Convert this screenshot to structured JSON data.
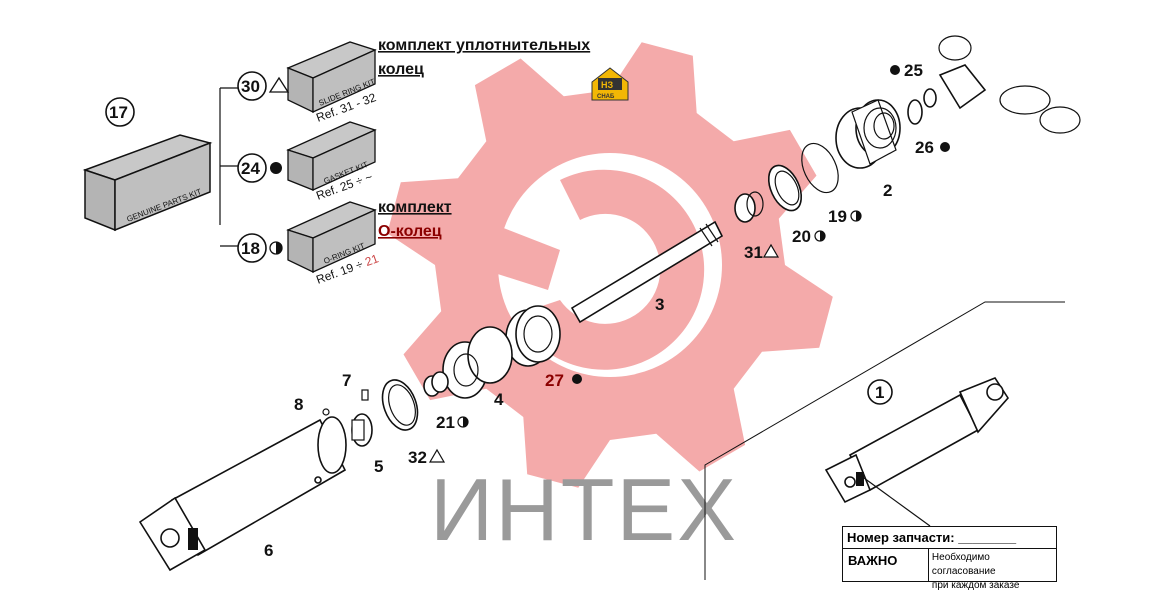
{
  "watermark": {
    "brand_text": "ИНТЕХ",
    "logo_text": "НЗ",
    "logo_subtext": "СНАБ",
    "gear_color": "#f4aaaa"
  },
  "kits": {
    "main_box_label": "GENUINE PARTS KIT",
    "slide_ring": {
      "label": "SLIDE RING KIT",
      "ref": "Ref. 31 - 32"
    },
    "gasket": {
      "label": "GASKET KIT",
      "ref": "Ref. 25 ÷ ~"
    },
    "o_ring": {
      "label": "O-RING KIT",
      "ref_prefix": "Ref. 19 ÷ ",
      "ref_suffix": "21"
    }
  },
  "annotations": {
    "seal_kit_line1": "комплект уплотнительных",
    "seal_kit_line2": "колец",
    "oring_kit_line1": "комплект",
    "oring_kit_line2": "О-колец"
  },
  "callouts": {
    "c17": "17",
    "c30": "30",
    "c24": "24",
    "c18": "18",
    "c25": "25",
    "c26": "26",
    "c2": "2",
    "c19": "19",
    "c20": "20",
    "c31": "31",
    "c3": "3",
    "c27": "27",
    "c4": "4",
    "c21": "21",
    "c7": "7",
    "c8": "8",
    "c5": "5",
    "c32": "32",
    "c6": "6",
    "c1": "1"
  },
  "info_box": {
    "part_number_label": "Номер запчасти: ________",
    "important_label": "ВАЖНО",
    "note_line1": "Необходимо согласование",
    "note_line2": "при каждом заказе"
  }
}
